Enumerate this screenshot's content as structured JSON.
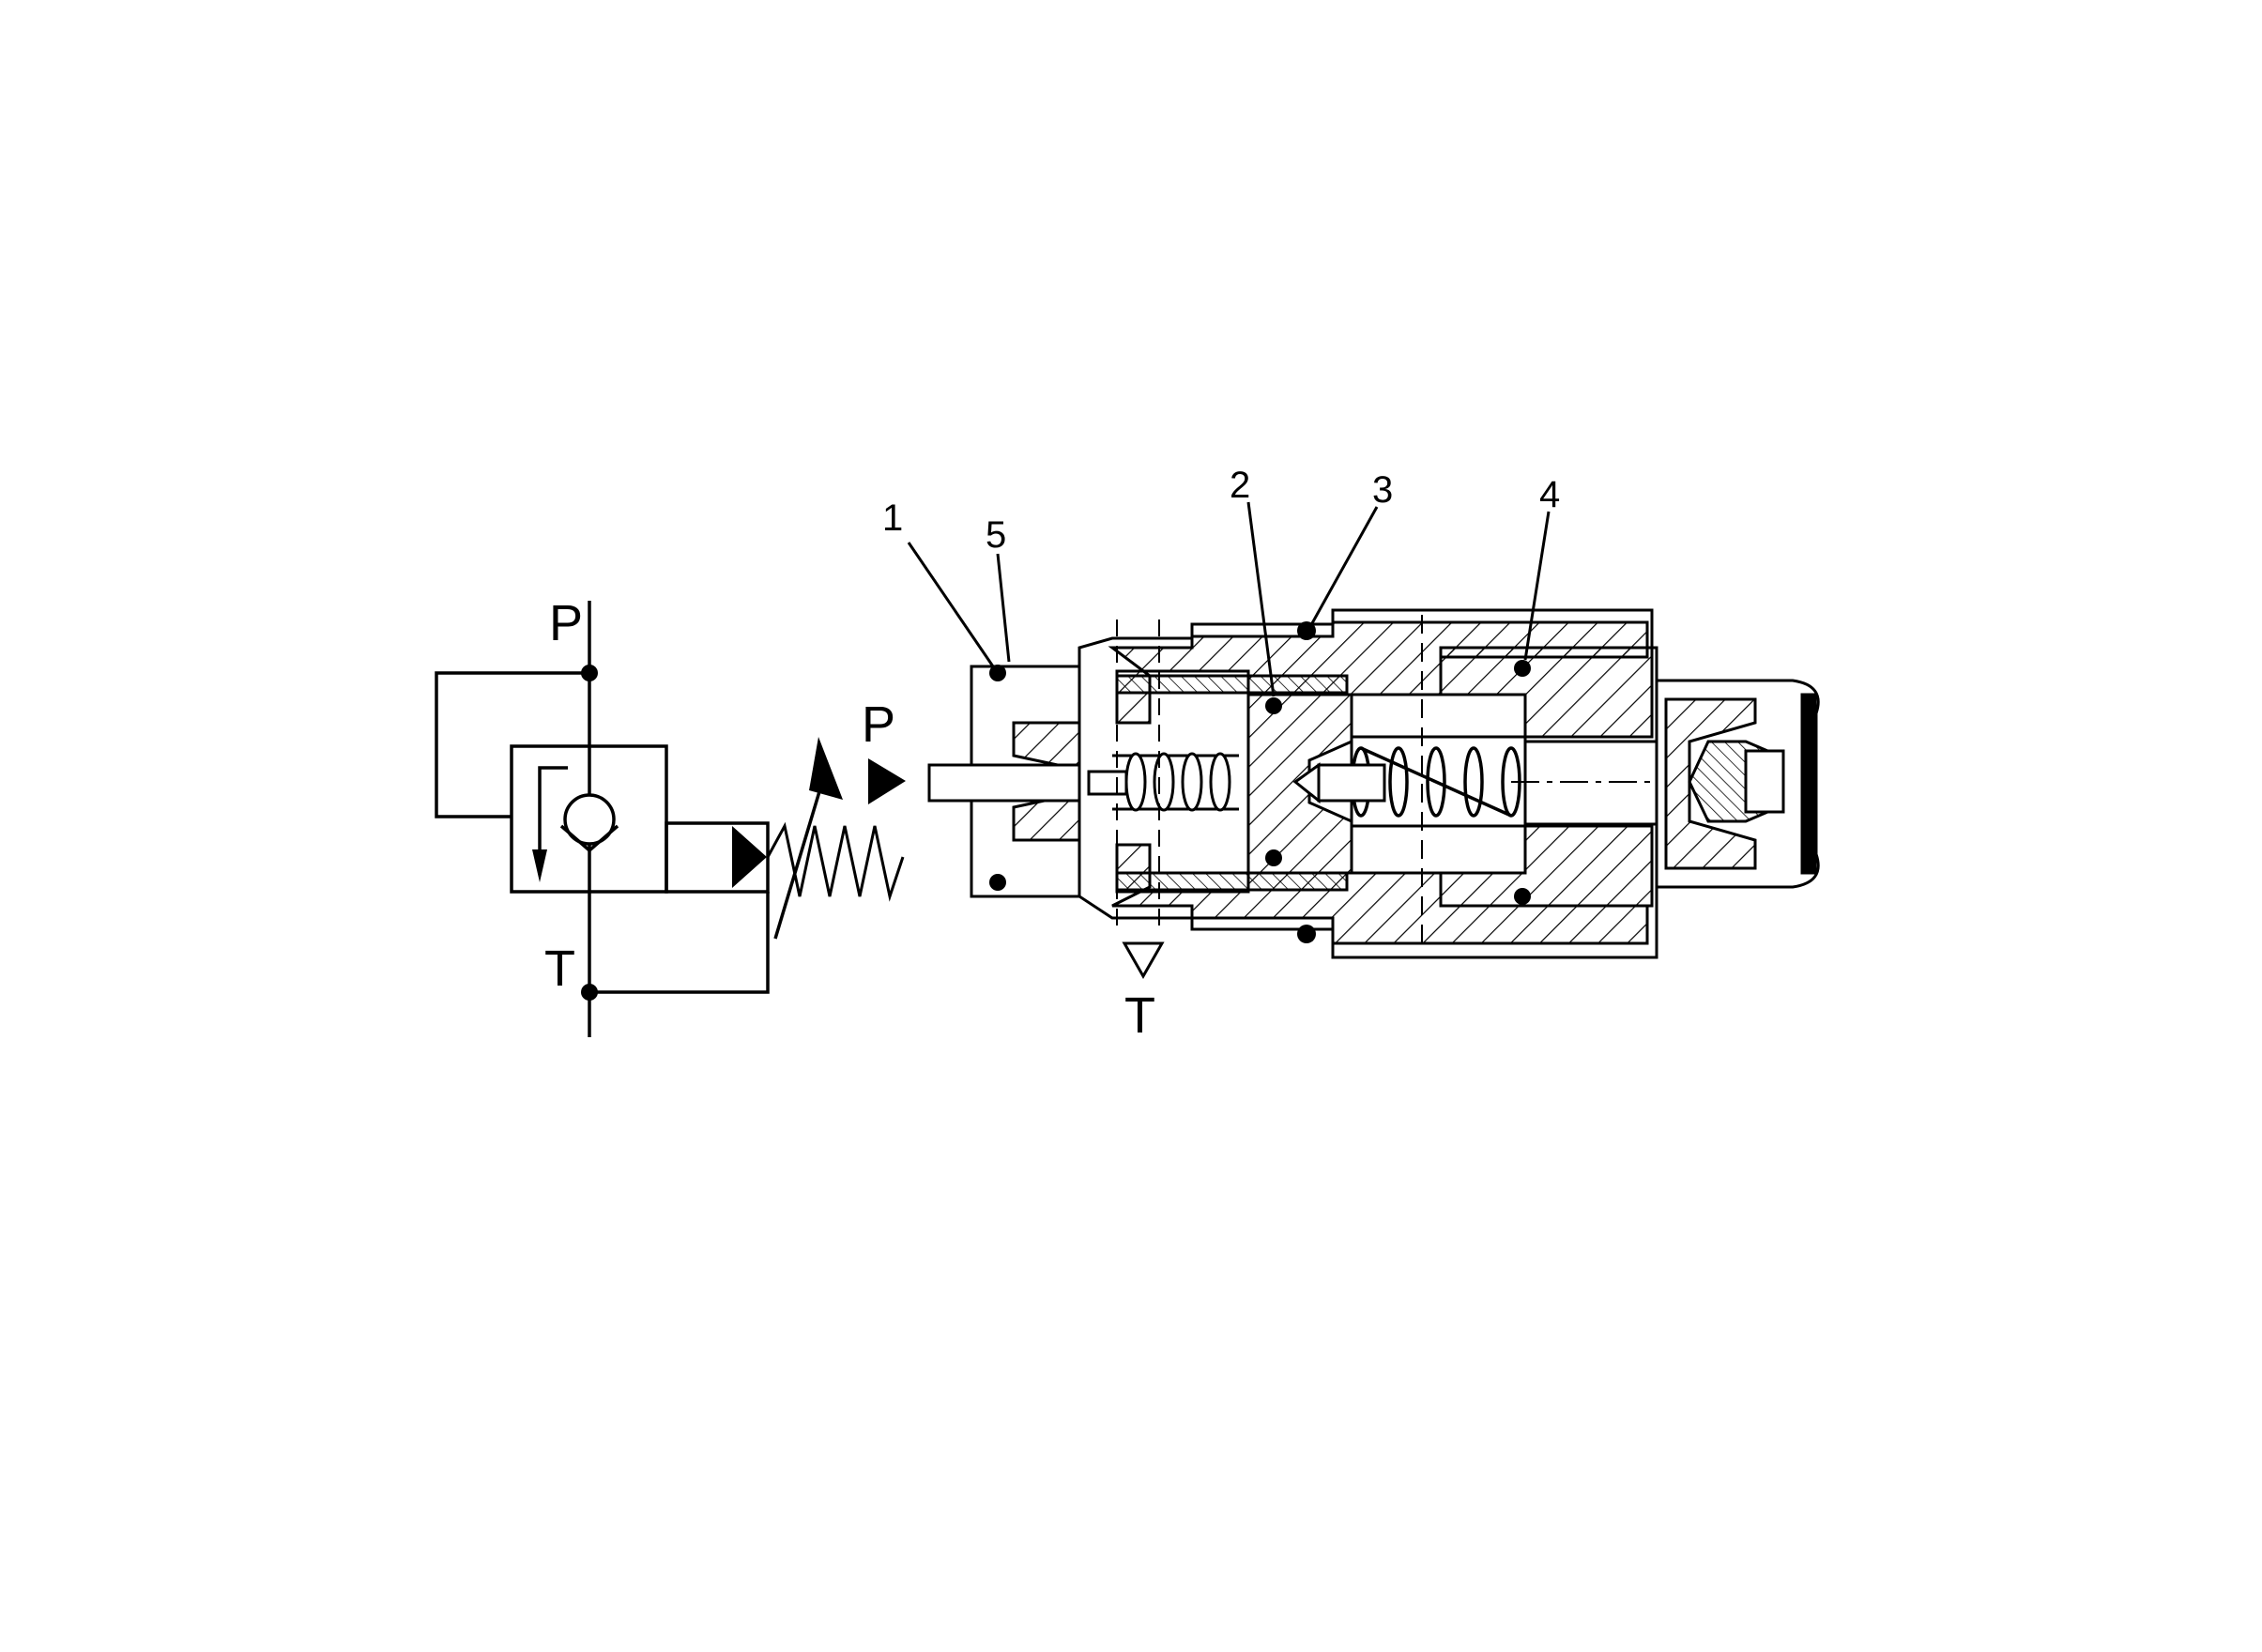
{
  "symbol": {
    "port_p": "P",
    "port_t": "T"
  },
  "section": {
    "port_p": "P",
    "port_t": "T",
    "callouts": [
      "1",
      "2",
      "3",
      "4",
      "5"
    ]
  },
  "colors": {
    "ink": "#000000",
    "paper": "#ffffff"
  }
}
